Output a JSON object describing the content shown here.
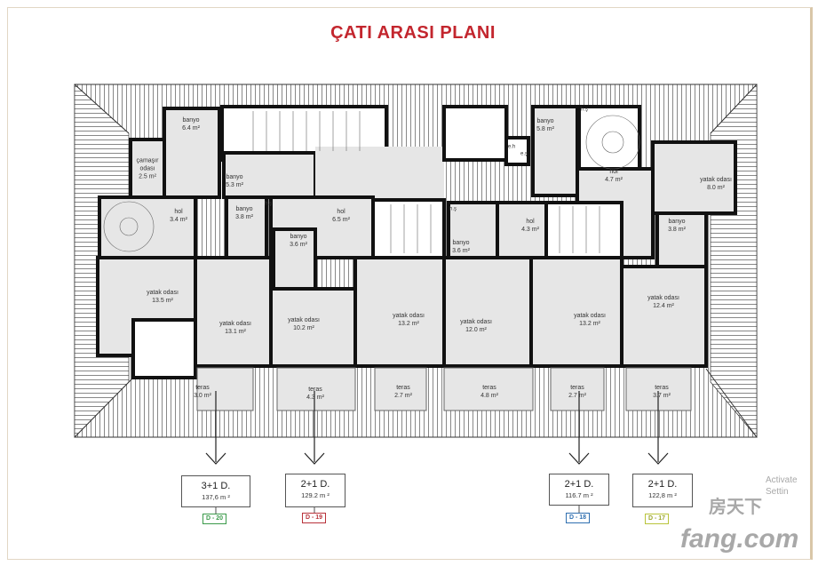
{
  "title": "ÇATI ARASI PLANI",
  "rooms": [
    {
      "name": "banyo",
      "area": "6.4 m²"
    },
    {
      "name": "çamaşır odası",
      "area": "2.5 m²"
    },
    {
      "name": "banyo",
      "area": "5.3 m²"
    },
    {
      "name": "hol",
      "area": "3.4 m²"
    },
    {
      "name": "banyo",
      "area": "3.8 m²"
    },
    {
      "name": "hol",
      "area": "6.5 m²"
    },
    {
      "name": "banyo",
      "area": "3.6 m²"
    },
    {
      "name": "banyo",
      "area": "5.8 m²"
    },
    {
      "name": "hol",
      "area": "4.7 m²"
    },
    {
      "name": "yatak odası",
      "area": "8.0 m²"
    },
    {
      "name": "hol",
      "area": "4.3 m²"
    },
    {
      "name": "banyo",
      "area": "3.6 m²"
    },
    {
      "name": "banyo",
      "area": "3.8 m²"
    },
    {
      "name": "yatak odası",
      "area": "13.5 m²"
    },
    {
      "name": "yatak odası",
      "area": "13.1 m²"
    },
    {
      "name": "yatak odası",
      "area": "10.2 m²"
    },
    {
      "name": "yatak odası",
      "area": "13.2 m²"
    },
    {
      "name": "yatak odası",
      "area": "12.0 m²"
    },
    {
      "name": "yatak odası",
      "area": "13.2 m²"
    },
    {
      "name": "yatak odası",
      "area": "12.4 m²"
    }
  ],
  "small_labels": {
    "hs1": "h.ş",
    "hs2": "h.ş",
    "hs3": "h.ş",
    "eh": "e.h",
    "es": "e.ş"
  },
  "terraces": [
    {
      "name": "teras",
      "area": "3.0 m²"
    },
    {
      "name": "teras",
      "area": "4.3 m²"
    },
    {
      "name": "teras",
      "area": "2.7 m²"
    },
    {
      "name": "teras",
      "area": "4.8 m²"
    },
    {
      "name": "teras",
      "area": "2.7 m²"
    },
    {
      "name": "teras",
      "area": "3.7 m²"
    }
  ],
  "units": [
    {
      "type": "3+1 D.",
      "area": "137,6 m ²",
      "code": "D - 20",
      "color": "#3a9a4a"
    },
    {
      "type": "2+1 D.",
      "area": "129.2 m ²",
      "code": "D - 19",
      "color": "#b8323a"
    },
    {
      "type": "2+1 D.",
      "area": "116.7 m ²",
      "code": "D - 18",
      "color": "#2f6fb0"
    },
    {
      "type": "2+1 D.",
      "area": "122,8 m ²",
      "code": "D - 17",
      "color": "#b9c43a"
    }
  ],
  "watermark": {
    "brand": "房天下",
    "site": "fang.com",
    "os1": "Activate",
    "os2": "Settin"
  }
}
